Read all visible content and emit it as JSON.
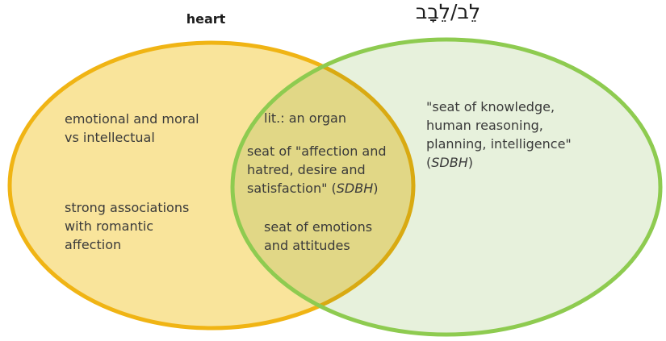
{
  "colors": {
    "background": "#ffffff",
    "left_fill": "#f9e49b",
    "left_stroke": "#f0b414",
    "right_fill": "#e7f1dc",
    "right_stroke": "#8ecb50",
    "overlap_fill": "#dcd981",
    "text": "#3a3a3a",
    "title_text": "#1e1e1e"
  },
  "venn": {
    "left": {
      "title": "heart",
      "note1": "emotional and moral\nvs intellectual",
      "note2": "strong associations\nwith romantic\naffection"
    },
    "overlap": {
      "note1": "lit.: an organ",
      "note2_text": "seat of \"affection and\nhatred, desire and\nsatisfaction\" (",
      "note2_source": "SDBH",
      "note2_close": ")",
      "note3": "seat of emotions\nand attitudes"
    },
    "right": {
      "title": "לֵב/לֵבָב",
      "note1_text": "\"seat of knowledge,\nhuman reasoning,\nplanning, intelligence\"\n(",
      "note1_source": "SDBH",
      "note1_close": ")"
    }
  }
}
